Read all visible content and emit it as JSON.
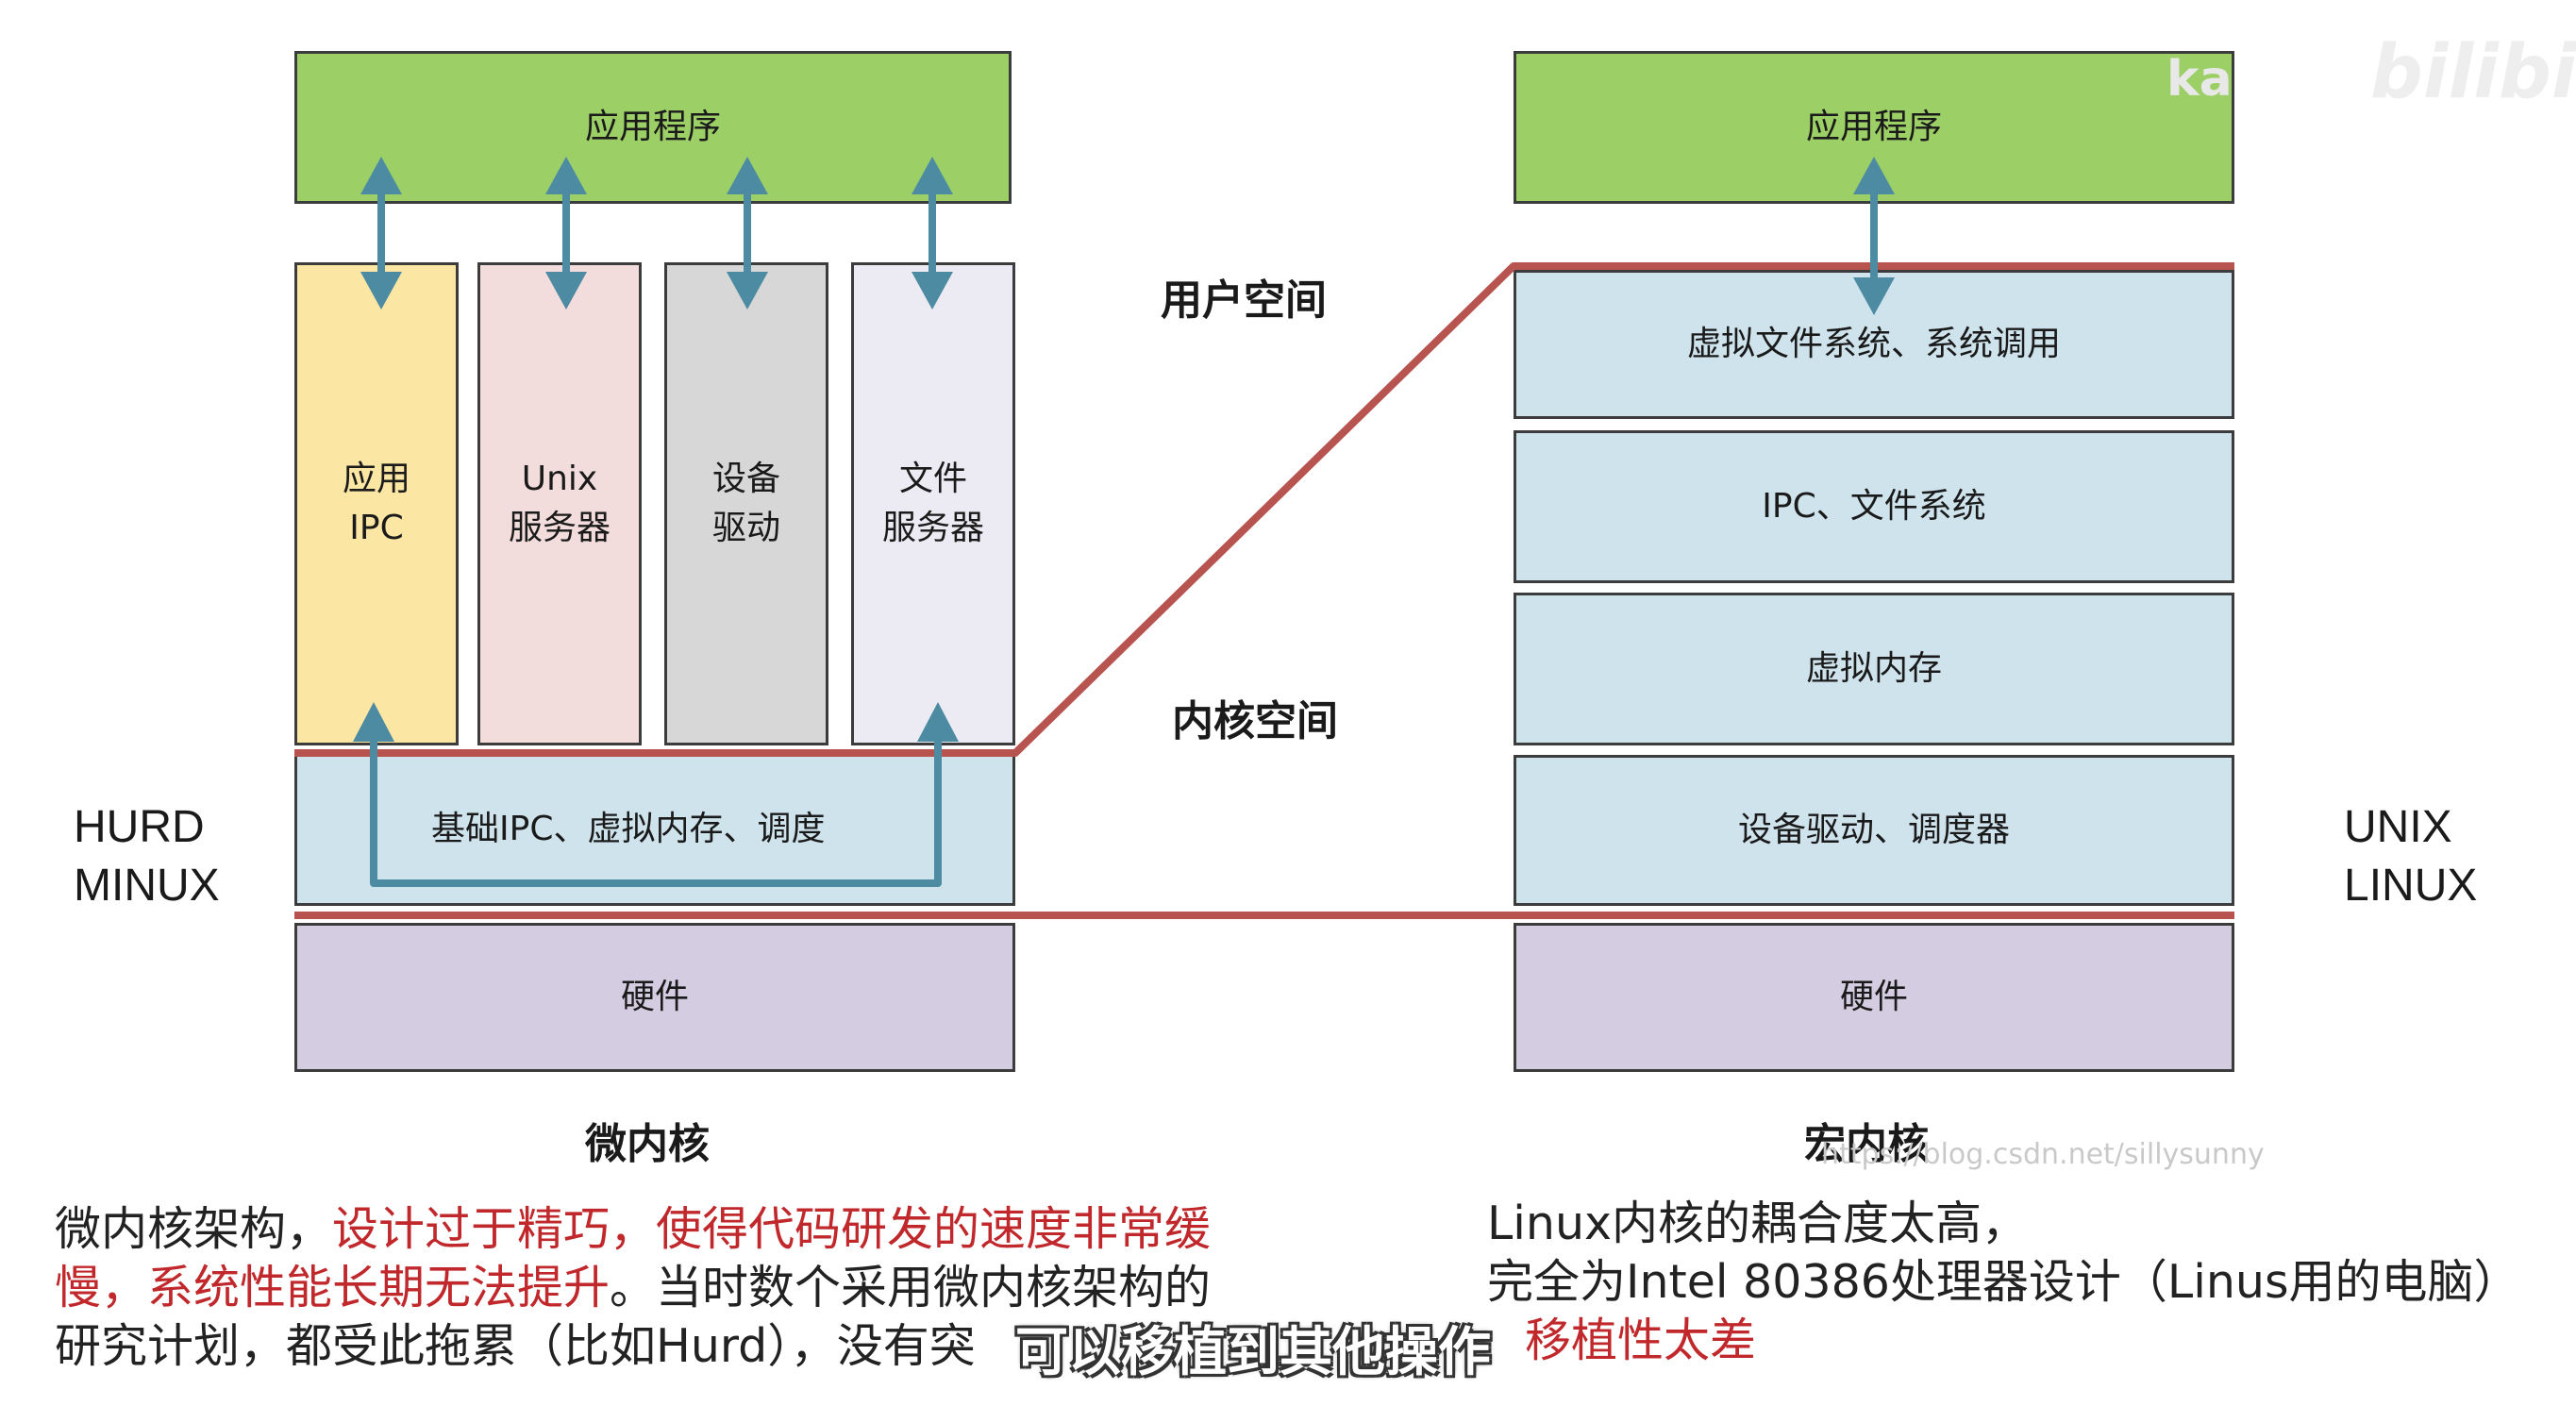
{
  "micro": {
    "app": "应用程序",
    "servers": [
      {
        "lines": [
          "应用",
          "IPC"
        ]
      },
      {
        "lines": [
          "Unix",
          "服务器"
        ]
      },
      {
        "lines": [
          "设备",
          "驱动"
        ]
      },
      {
        "lines": [
          "文件",
          "服务器"
        ]
      }
    ],
    "kernel": "基础IPC、虚拟内存、调度",
    "hardware": "硬件",
    "caption": "微内核",
    "os_lines": [
      "HURD",
      "MINUX"
    ]
  },
  "macro": {
    "app": "应用程序",
    "layers": [
      "虚拟文件系统、系统调用",
      "IPC、文件系统",
      "虚拟内存",
      "设备驱动、调度器"
    ],
    "hardware": "硬件",
    "caption": "宏内核",
    "os_lines": [
      "UNIX",
      "LINUX"
    ]
  },
  "zones": {
    "user": "用户空间",
    "kernel": "内核空间"
  },
  "left_text": {
    "p1": "微内核架构，",
    "p2": "设计过于精巧，使得代码研发的速度非常缓",
    "p3": "慢，系统性能长期无法提升",
    "p4": "。当时数个采用微内核架构的",
    "p5": "研究计划，都受此拖累（比如Hurd），没有突"
  },
  "right_text": {
    "line1": "Linux内核的耦合度太高，",
    "line2": "完全为Intel 80386处理器设计（Linus用的电脑）",
    "line3": "移植性太差"
  },
  "subtitle": "可以移植到其他操作",
  "watermarks": {
    "url": "https://blog.csdn.net/sillysunny",
    "corner": "ka",
    "logo": "bilibili"
  },
  "colors": {
    "arrow": "#4d8ba3",
    "boundary": "#b85450",
    "highlight": "#c0282b"
  }
}
